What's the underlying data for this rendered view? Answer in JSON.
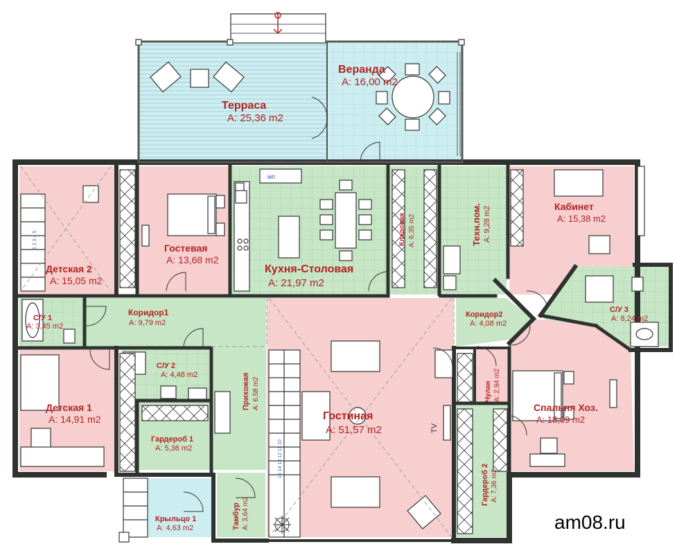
{
  "rooms": {
    "terrace": {
      "name": "Терраса",
      "area": "A: 25,36 m2"
    },
    "veranda": {
      "name": "Веранда",
      "area": "A: 16,00 m2"
    },
    "kids2": {
      "name": "Детская 2",
      "area": "A: 15,05 m2"
    },
    "guest": {
      "name": "Гостевая",
      "area": "A: 13,68 m2"
    },
    "kitchen": {
      "name": "Кухня-Столовая",
      "area": "A: 21,97 m2"
    },
    "pantry": {
      "name": "Кладовая",
      "area": "A: 6,35 m2"
    },
    "tech": {
      "name": "Техн.пом.",
      "area": "A: 9,28 m2"
    },
    "office": {
      "name": "Кабинет",
      "area": "A: 15,38 m2"
    },
    "bath1": {
      "name": "С/У 1",
      "area": "A: 3,45 m2"
    },
    "corridor1": {
      "name": "Коридор1",
      "area": "A: 9,79 m2"
    },
    "corridor2": {
      "name": "Коридор2",
      "area": "A: 4,08 m2"
    },
    "bath3": {
      "name": "С/У 3",
      "area": "A: 8,24 m2"
    },
    "bath2": {
      "name": "С/У 2",
      "area": "A: 4,48 m2"
    },
    "hall": {
      "name": "Прихожая",
      "area": "A: 6,58 m2"
    },
    "kids1": {
      "name": "Детская 1",
      "area": "A: 14,91 m2"
    },
    "wardrobe1": {
      "name": "Гардероб 1",
      "area": "A: 5,36 m2"
    },
    "living": {
      "name": "Гостиная",
      "area": "A: 51,57 m2"
    },
    "closet": {
      "name": "Чулан",
      "area": "A: 2,94 m2"
    },
    "master": {
      "name": "Спальня Хоз.",
      "area": "A: 18,09 m2"
    },
    "wardrobe2": {
      "name": "Гардероб 2",
      "area": "A: 7,36 m2"
    },
    "porch": {
      "name": "Крыльцо 1",
      "area": "A: 4,63 m2"
    },
    "vestibule": {
      "name": "Тамбур",
      "area": "A: 3,64 m2"
    }
  },
  "labels": {
    "tv": "TV",
    "mp": "мп",
    "stair1": "1 2 3 4 5",
    "stair2": "15 14 13 12 11 10"
  },
  "site": "am08.ru",
  "colors": {
    "pink": "#f7cfcf",
    "green": "#c6e6c6",
    "blue": "#cdeef1",
    "wall": "#2f332f",
    "text": "#b22222"
  }
}
